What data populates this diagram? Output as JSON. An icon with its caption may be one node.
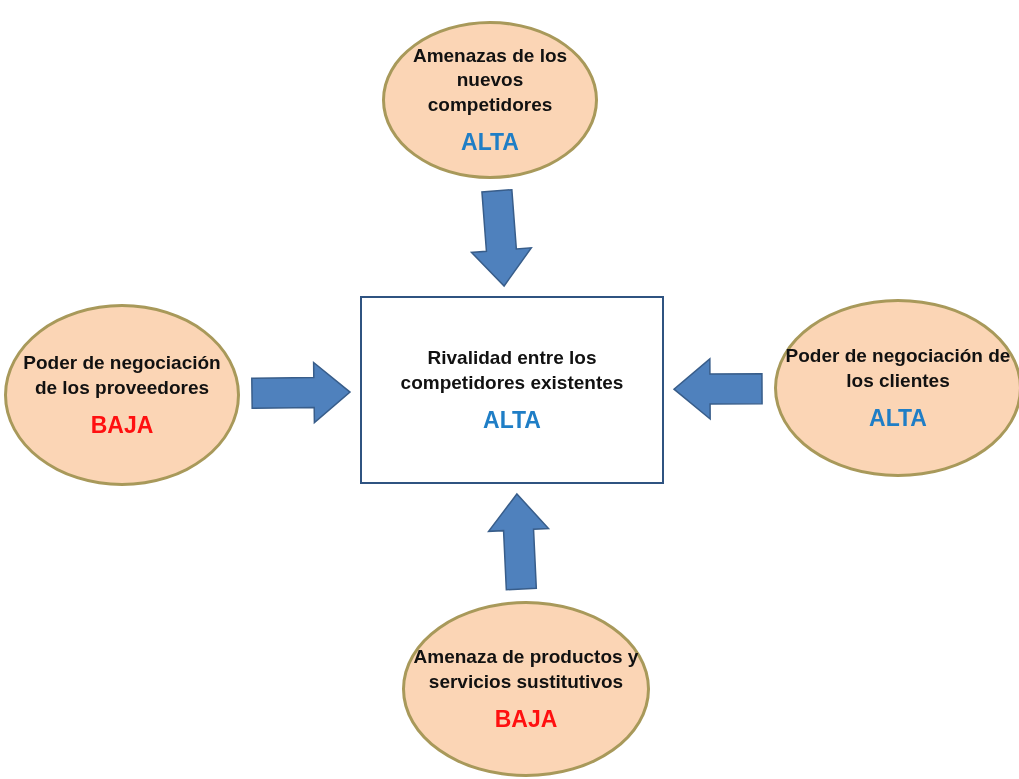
{
  "diagram": {
    "nodes": [
      {
        "text": [
          "Amenazas de los nuevos competidores",
          "ALTA"
        ]
      },
      {
        "text": [
          "Poder de negociación de los proveedores",
          "BAJA"
        ]
      },
      {
        "text": [
          "Rivalidad entre los competidores existentes",
          "ALTA"
        ]
      },
      {
        "text": [
          "Poder de negociación de los clientes",
          "ALTA"
        ]
      },
      {
        "text": [
          "Amenaza de productos y servicios sustitutivos",
          "BAJA"
        ]
      }
    ],
    "edges": [
      {
        "from": 0,
        "to": 2,
        "arrow": "to"
      },
      {
        "from": 1,
        "to": 2,
        "arrow": "to"
      },
      {
        "from": 3,
        "to": 2,
        "arrow": "to"
      },
      {
        "from": 4,
        "to": 2,
        "arrow": "to"
      }
    ]
  }
}
